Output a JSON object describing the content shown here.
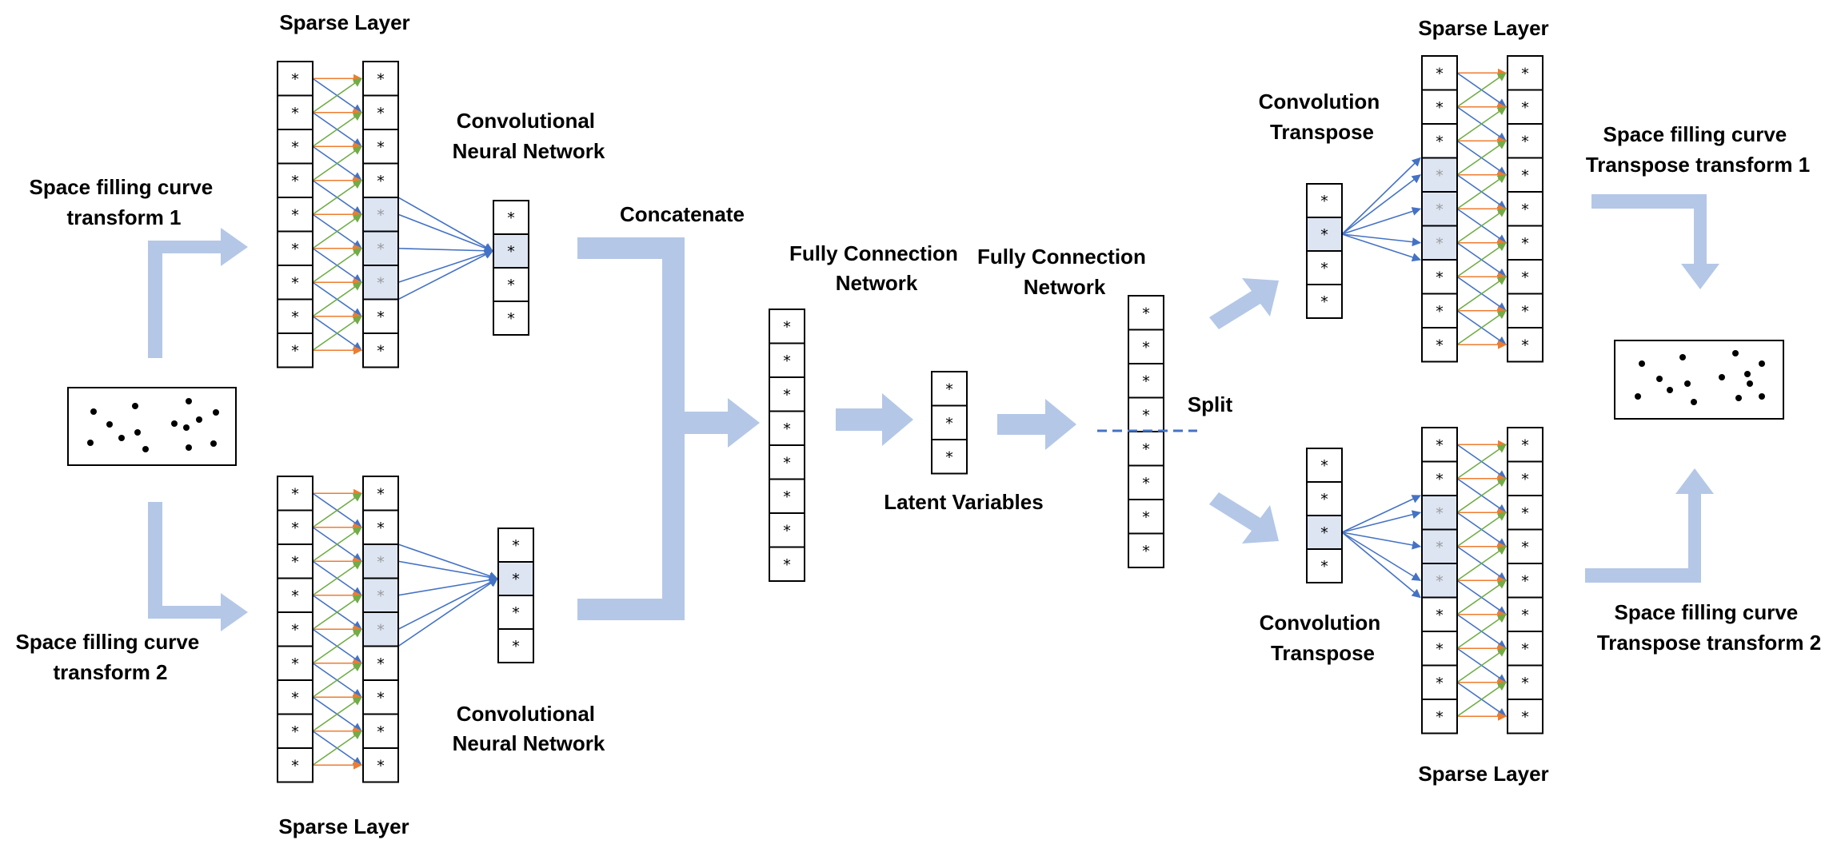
{
  "labels": {
    "sparse_top_left": "Sparse Layer",
    "sparse_bottom_left": "Sparse Layer",
    "sparse_top_right": "Sparse Layer",
    "sparse_bottom_right": "Sparse Layer",
    "cnn_top": [
      "Convolutional",
      "Neural Network"
    ],
    "cnn_bottom": [
      "Convolutional",
      "Neural Network"
    ],
    "sfc1": [
      "Space filling curve",
      "transform 1"
    ],
    "sfc2": [
      "Space filling curve",
      "transform 2"
    ],
    "concatenate": "Concatenate",
    "fc1": [
      "Fully Connection",
      "Network"
    ],
    "fc2": [
      "Fully Connection",
      "Network"
    ],
    "latent": "Latent Variables",
    "split": "Split",
    "convt_top": [
      "Convolution",
      "Transpose"
    ],
    "convt_bottom": [
      "Convolution",
      "Transpose"
    ],
    "sfc_t1": [
      "Space filling curve",
      "Transpose transform 1"
    ],
    "sfc_t2": [
      "Space filling curve",
      "Transpose transform 2"
    ]
  },
  "cell_symbol": "*",
  "colors": {
    "arrow_fill": "#b4c7e7",
    "edge_blue": "#4472c4",
    "edge_orange": "#ed7d31",
    "edge_green": "#70ad47",
    "highlight": "#dde5f3",
    "split_line": "#4472c4"
  }
}
